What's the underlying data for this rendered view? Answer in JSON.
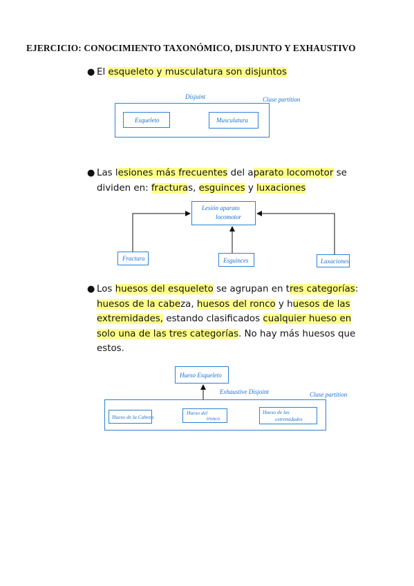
{
  "title": "EJERCICIO: CONOCIMIENTO TAXONÓMICO, DISJUNTO Y EXHAUSTIVO",
  "bullet_symbol": "●",
  "bullet1": {
    "p1": "El ",
    "h1": "esqueleto y musculatura son disjuntos "
  },
  "bullet2": {
    "p1": "Las l",
    "h1": "esiones más frecuentes",
    "p2": " del a",
    "h2": "parato locomotor",
    "p3": " se dividen en: ",
    "h3": "fractura",
    "p4": "s, ",
    "h4": "esguinces",
    "p5": " y ",
    "h5": "luxaciones"
  },
  "bullet3": {
    "p1": "Los ",
    "h1": "huesos del esqueleto",
    "p2": " se agrupan en t",
    "h2": "res categorías",
    "p3": ": ",
    "h3": "huesos de la cabe",
    "p4": "za, ",
    "h4": "huesos del ronco",
    "p5": " y h",
    "h5": "uesos de las extremidades,",
    "p6": " estando clasificados ",
    "h6": "cualquier hueso en solo una de las tres categorías",
    "p7": ". No hay más huesos que estos."
  },
  "diagram1": {
    "label_top": "Disjuint",
    "label_right": "Clase partition",
    "item1": "Esqueleto",
    "item2": "Musculatura"
  },
  "diagram2": {
    "root_line1": "Lesión   aparato",
    "root_line2": "locomotor",
    "item1": "Fractura",
    "item2": "Esguinces",
    "item3": "Luxaciones"
  },
  "diagram3": {
    "root": "Hueso   Esqueleto",
    "label_mid": "Exhaustive  Disjoint",
    "label_right": "Clase partition",
    "item1": "Hueso  de  la  Cabeza",
    "item2_line1": "Hueso      del",
    "item2_line2": "tronco",
    "item3_line1": "Hueso      de      las",
    "item3_line2": "extremidades"
  }
}
